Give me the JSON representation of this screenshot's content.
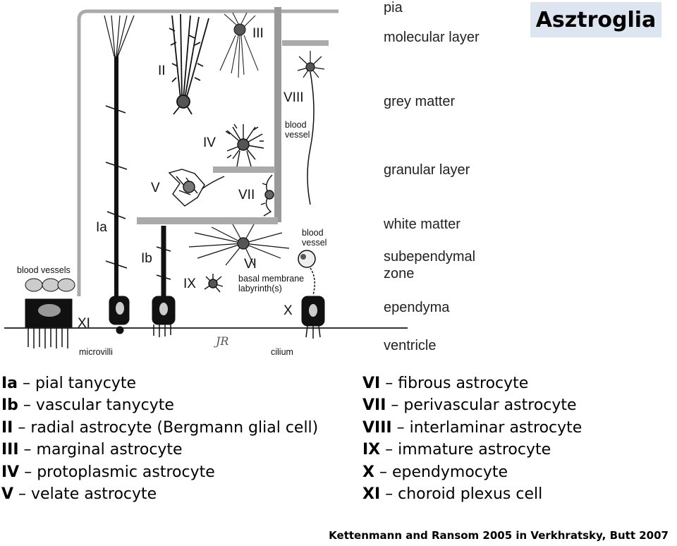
{
  "title": "Asztroglia",
  "layers": [
    "pia",
    "molecular layer",
    "grey matter",
    "granular layer",
    "white matter",
    "subependymal zone",
    "ependyma",
    "ventricle"
  ],
  "diagram_labels": {
    "blood_vessels": "blood vessels",
    "microvilli": "microvilli",
    "cilium": "cilium",
    "blood_vessel_1": "blood vessel",
    "blood_vessel_2": "blood vessel",
    "basal_membrane": "basal membrane labyrinth(s)",
    "signature": "JR",
    "cells": [
      "Ia",
      "Ib",
      "II",
      "III",
      "IV",
      "V",
      "VI",
      "VII",
      "VIII",
      "IX",
      "X",
      "XI"
    ]
  },
  "legend": {
    "left": [
      {
        "code": "Ia",
        "text": " – pial tanycyte"
      },
      {
        "code": "Ib",
        "text": " – vascular tanycyte"
      },
      {
        "code": "II",
        "text": " – radial astrocyte (Bergmann glial cell)"
      },
      {
        "code": "III",
        "text": " – marginal astrocyte"
      },
      {
        "code": "IV",
        "text": " – protoplasmic astrocyte"
      },
      {
        "code": "V",
        "text": " – velate astrocyte"
      }
    ],
    "right": [
      {
        "code": "VI",
        "text": " – fibrous astrocyte"
      },
      {
        "code": "VII",
        "text": " – perivascular astrocyte"
      },
      {
        "code": "VIII",
        "text": " – interlaminar astrocyte"
      },
      {
        "code": "IX",
        "text": " – immature astrocyte"
      },
      {
        "code": "X",
        "text": " – ependymocyte"
      },
      {
        "code": "XI",
        "text": " – choroid plexus cell"
      }
    ]
  },
  "citation": "Kettenmann and Ransom 2005 in Verkhratsky, Butt 2007"
}
